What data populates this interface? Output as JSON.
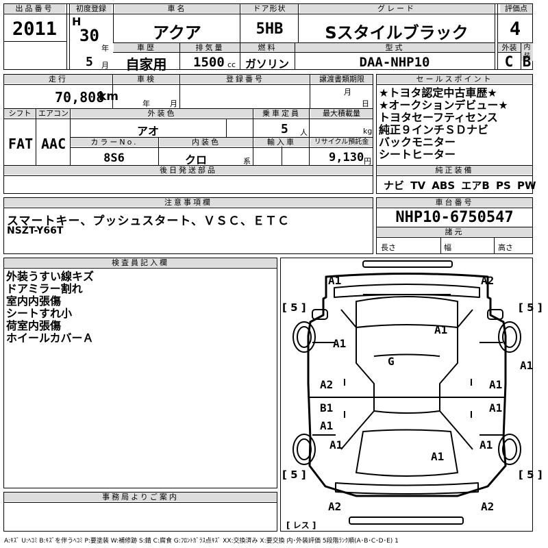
{
  "labels": {
    "lot_no": "出品番号",
    "first_reg": "初度登録",
    "car_name": "車名",
    "door": "ドア形状",
    "grade": "グレード",
    "score": "評価点",
    "reki": "車歴",
    "displacement": "排気量",
    "fuel": "燃料",
    "model_code": "型式",
    "exterior": "外装",
    "interior": "内装",
    "mileage": "走行",
    "shaken": "車検",
    "reg_no": "登録番号",
    "transfer_docs": "譲渡書類期限",
    "sales_points": "セールスポイント",
    "shift": "シフト",
    "aircon": "エアコン",
    "ext_color": "外装色",
    "capacity": "乗車定員",
    "max_load": "最大積載量",
    "color_no": "カラーNo.",
    "int_color": "内装色",
    "import": "輸入車",
    "recycle": "リサイクル預託金",
    "later_parts": "後日発送部品",
    "genuine": "純正装備",
    "caution": "注意事項欄",
    "chassis": "車台番号",
    "specs": "諸元",
    "length": "長さ",
    "width": "幅",
    "height": "高さ",
    "inspector": "検査員記入欄",
    "office": "事務局よりご案内",
    "era": "H",
    "year_unit": "年",
    "month_unit": "月",
    "day_unit": "日",
    "cc": "cc",
    "km": "km",
    "persons": "人",
    "kg": "kg",
    "yen": "円",
    "kei": "系",
    "lens": "[ レス ]"
  },
  "lot_no": "2011",
  "first_reg_year": "30",
  "first_reg_month": "5",
  "car_name": "アクア",
  "door": "5HB",
  "grade": "Sスタイルブラック",
  "score": "4",
  "history": "自家用",
  "displacement": "1500",
  "fuel": "ガソリン",
  "model_code": "DAA-NHP10",
  "exterior_grade": "C",
  "interior_grade": "B",
  "mileage": "70,808",
  "shift": "FAT",
  "aircon": "AAC",
  "ext_color": "アオ",
  "capacity": "5",
  "color_no": "8S6",
  "int_color": "クロ",
  "recycle": "9,130",
  "sales_points": [
    "★トヨタ認定中古車歴★",
    "★オークションデビュー★",
    "トヨタセーフティセンス",
    "純正９インチＳＤナビ",
    "バックモニター",
    "シートヒーター"
  ],
  "equipment": "ナビ TV ABS エアB PS PW",
  "caution_lines": [
    "スマートキー、プッシュスタート、ＶＳＣ、ＥＴＣ",
    "NSZT-Y66T"
  ],
  "chassis_no": "NHP10-6750547",
  "inspector_notes": [
    "外装うすい線キズ",
    "ドアミラー割れ",
    "室内内張傷",
    "シートすれ小",
    "荷室内張傷",
    "ホイールカバーＡ"
  ],
  "tire_tread": [
    "[ 5 ]",
    "[ 5 ]",
    "[ 5 ]",
    "[ 5 ]"
  ],
  "damage_marks": [
    "A1",
    "A2",
    "A1",
    "A1",
    "A1",
    "G",
    "A2",
    "A1",
    "A1",
    "B1",
    "A1",
    "A1",
    "A1",
    "A1",
    "A1",
    "A1",
    "A2",
    "A2"
  ],
  "legend": "A:ｷｽﾞ U:ﾍｺﾐ B:ｷｽﾞを伴うﾍｺﾐ P:要塗装 W:補修跡 S:錆 C:腐食 G:ﾌﾛﾝﾄｶﾞﾗｽ点ｷｽﾞ XX:交換済み X:要交換 内･外装評価 5段階ﾗﾝｸ順(A･B･C･D･E) 1"
}
